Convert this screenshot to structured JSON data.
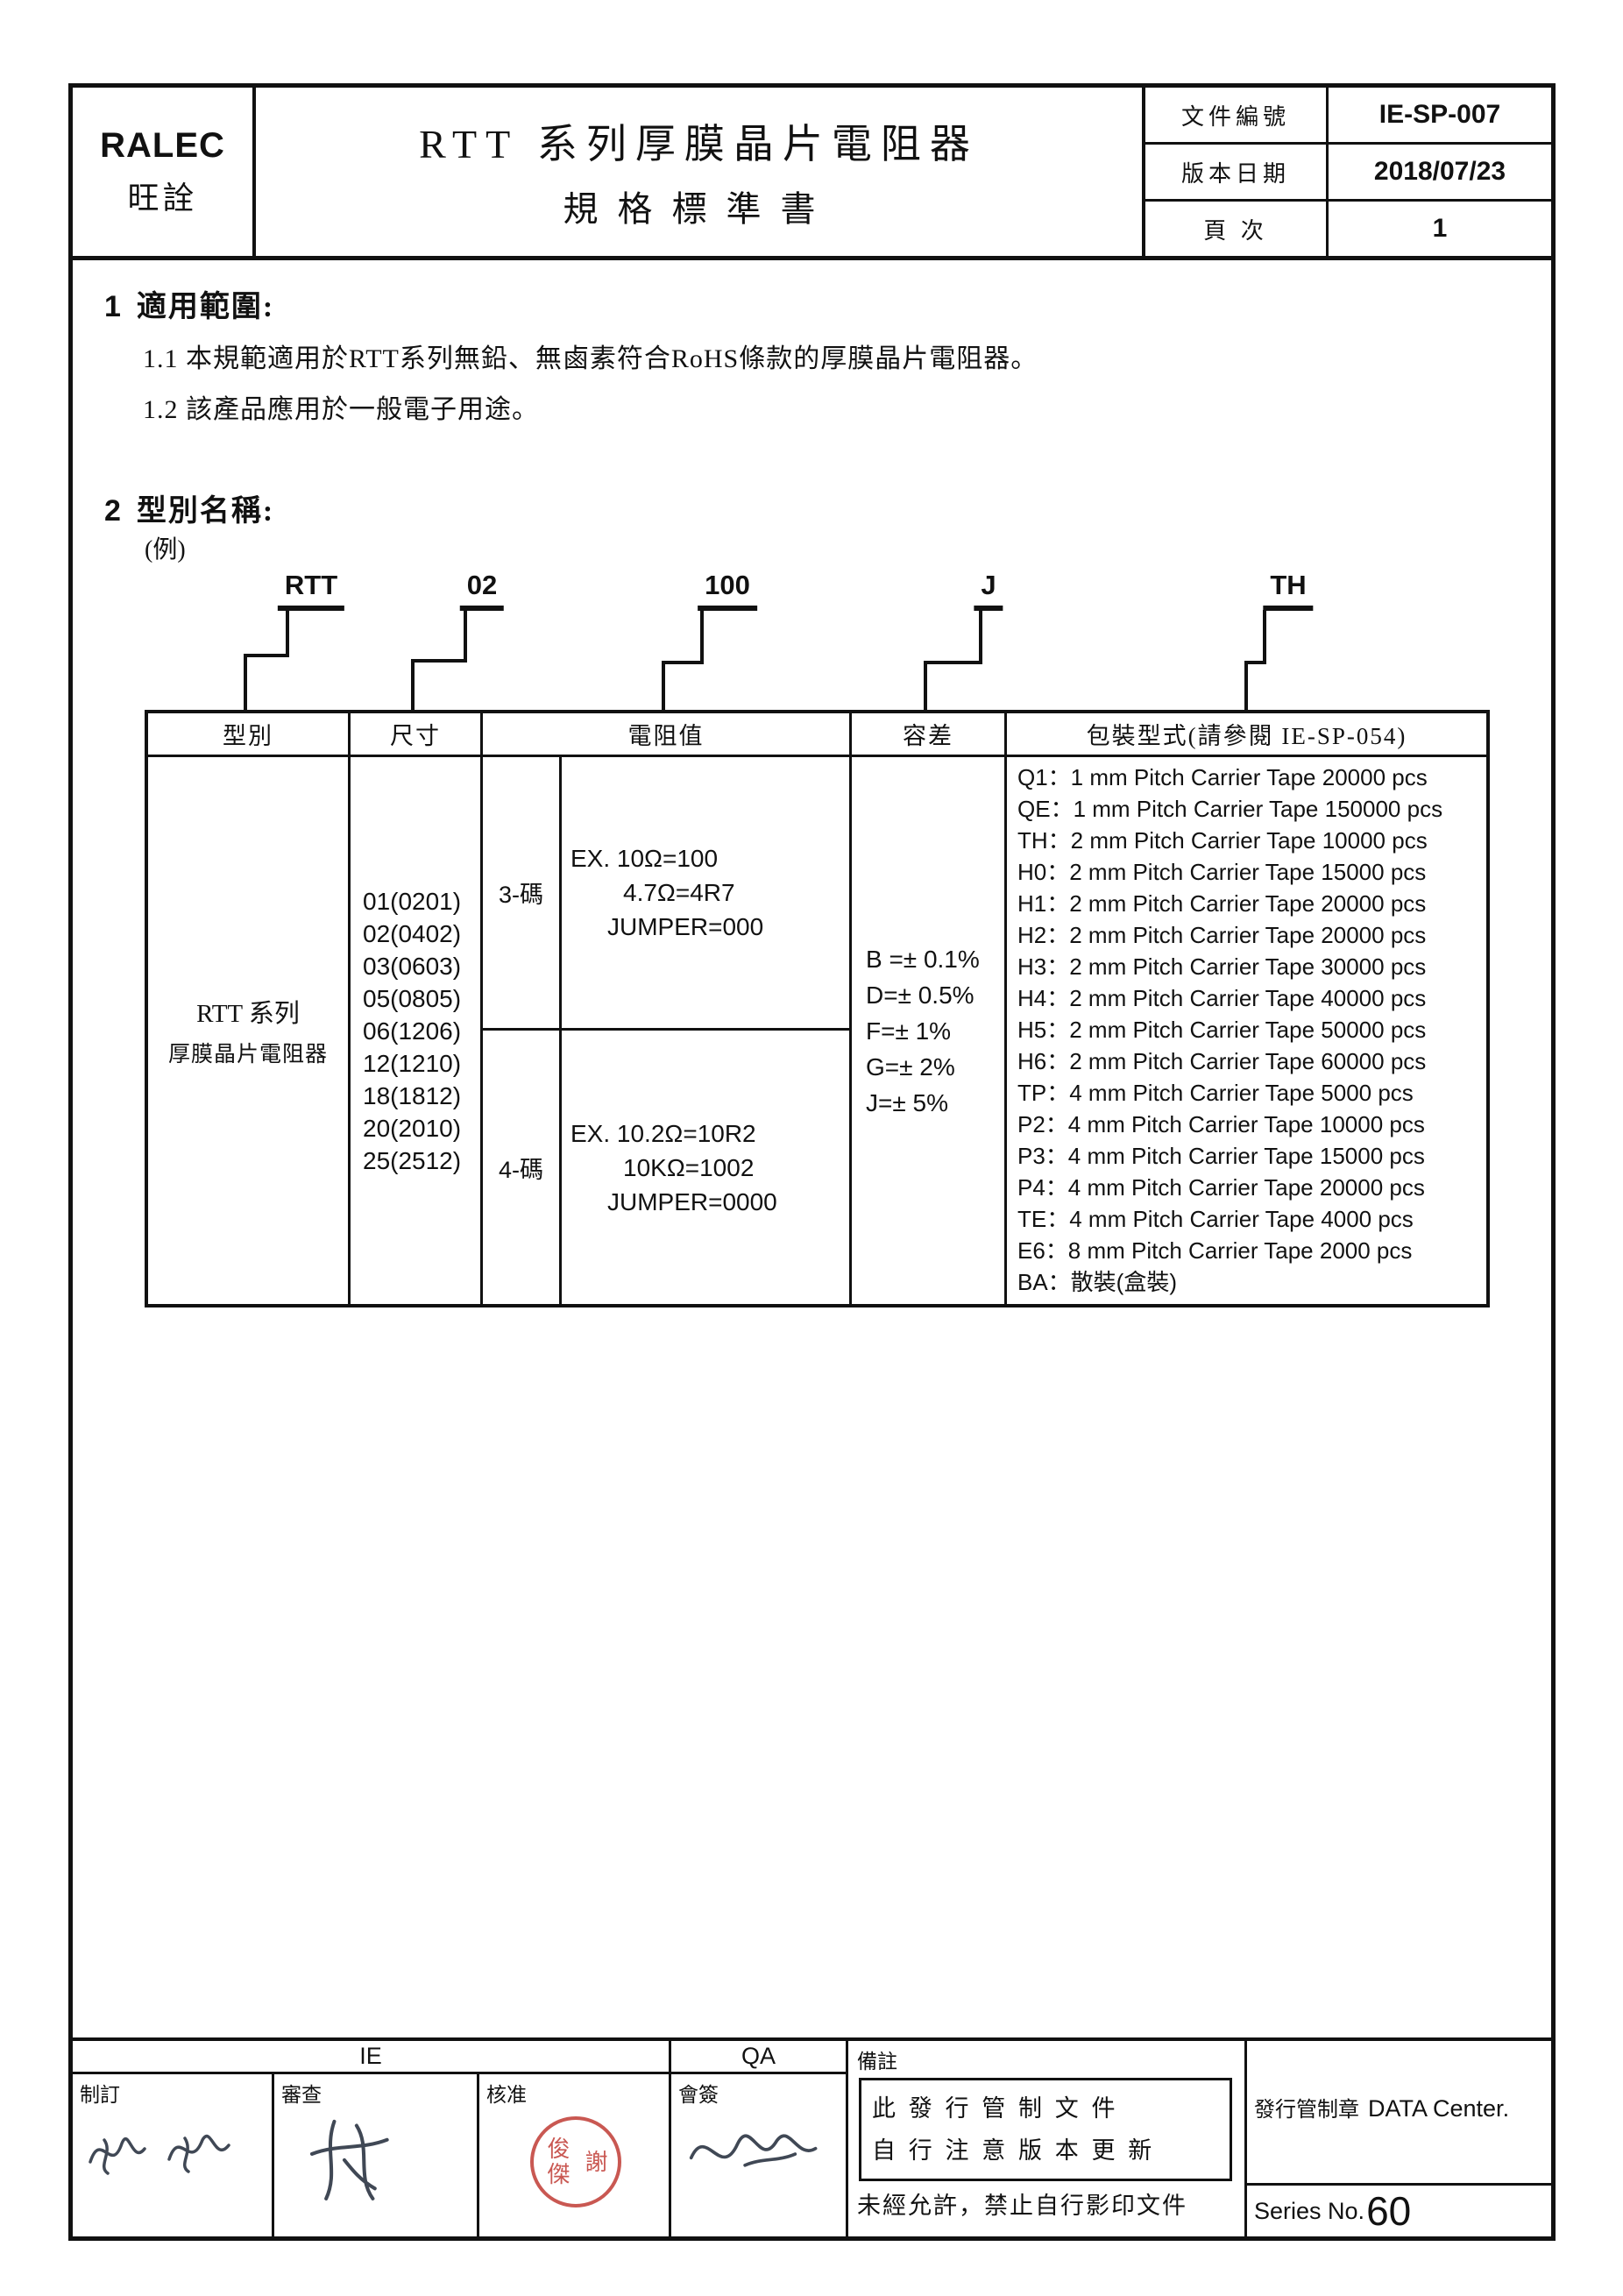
{
  "header": {
    "company": "RALEC",
    "company_cn": "旺詮",
    "title_line1": "RTT 系列厚膜晶片電阻器",
    "title_line2": "規格標準書",
    "fields": [
      {
        "label": "文件編號",
        "value": "IE-SP-007"
      },
      {
        "label": "版本日期",
        "value": "2018/07/23"
      },
      {
        "label": "頁 次",
        "value": "1"
      }
    ]
  },
  "section1": {
    "number": "1",
    "heading": "適用範圍:",
    "items": [
      "1.1 本規範適用於RTT系列無鉛、無鹵素符合RoHS條款的厚膜晶片電阻器。",
      "1.2 該產品應用於一般電子用途。"
    ]
  },
  "section2": {
    "number": "2",
    "heading": "型別名稱:",
    "example": "(例)",
    "parts": [
      "RTT",
      "02",
      "100",
      "J",
      "TH"
    ]
  },
  "spec_table": {
    "headers": [
      "型別",
      "尺寸",
      "電阻值",
      "容差",
      "包裝型式(請參閱 IE-SP-054)"
    ],
    "type_lines": {
      "line1": "RTT 系列",
      "line2": "厚膜晶片電阻器"
    },
    "sizes": [
      "01(0201)",
      "02(0402)",
      "03(0603)",
      "05(0805)",
      "06(1206)",
      "12(1210)",
      "18(1812)",
      "20(2010)",
      "25(2512)"
    ],
    "code3": {
      "label": "3-碼",
      "lines": [
        "EX. 10Ω=100",
        "4.7Ω=4R7",
        "JUMPER=000"
      ]
    },
    "code4": {
      "label": "4-碼",
      "lines": [
        "EX. 10.2Ω=10R2",
        "10KΩ=1002",
        "JUMPER=0000"
      ]
    },
    "tolerances": [
      "B =± 0.1%",
      "D=± 0.5%",
      "F=± 1%",
      "G=± 2%",
      "J=± 5%"
    ],
    "packaging": [
      "Q1：1 mm Pitch Carrier Tape 20000 pcs",
      "QE：1 mm Pitch Carrier Tape 150000 pcs",
      "TH：2 mm Pitch Carrier Tape 10000 pcs",
      "H0：2 mm Pitch Carrier Tape 15000 pcs",
      "H1：2 mm Pitch Carrier Tape 20000 pcs",
      "H2：2 mm Pitch Carrier Tape 20000 pcs",
      "H3：2 mm Pitch Carrier Tape 30000 pcs",
      "H4：2 mm Pitch Carrier Tape 40000 pcs",
      "H5：2 mm Pitch Carrier Tape 50000 pcs",
      "H6：2 mm Pitch Carrier Tape 60000 pcs",
      "TP：4 mm Pitch Carrier Tape 5000 pcs",
      "P2：4 mm Pitch Carrier Tape 10000 pcs",
      "P3：4 mm Pitch Carrier Tape 15000 pcs",
      "P4：4 mm Pitch Carrier Tape 20000 pcs",
      "TE：4 mm Pitch Carrier Tape 4000 pcs",
      "E6：8 mm Pitch Carrier Tape 2000 pcs",
      "BA：散裝(盒裝)"
    ]
  },
  "footer": {
    "ie": "IE",
    "qa": "QA",
    "sign_labels": [
      "制訂",
      "審查",
      "核准",
      "會簽"
    ],
    "note_label": "備註",
    "note_box": [
      "此 發 行 管 制 文 件",
      "自 行 注 意 版 本 更 新"
    ],
    "note_bottom": "未經允許，禁止自行影印文件",
    "stamp_label": "發行管制章",
    "stamp_value": "DATA Center.",
    "series_label": "Series No.",
    "series_value": "60",
    "approval_stamp_right": "謝",
    "approval_stamp_left": "俊傑"
  },
  "colors": {
    "ink": "#111111",
    "stamp_red": "#c54a44"
  }
}
